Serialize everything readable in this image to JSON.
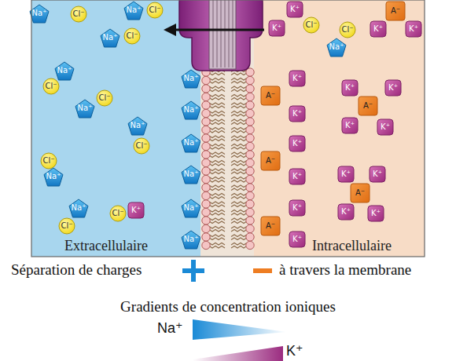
{
  "diagram": {
    "nodes": [
      {
        "text": [
          "Extracellulaire"
        ]
      },
      {
        "text": [
          "Na⁺"
        ],
        "in": 0
      },
      {
        "text": [
          "Cl⁻"
        ],
        "in": 0
      },
      {
        "text": [
          "Na⁺"
        ],
        "in": 0
      },
      {
        "text": [
          "Cl⁻"
        ],
        "in": 0
      },
      {
        "text": [
          "Na⁺"
        ],
        "in": 0
      },
      {
        "text": [
          "Cl⁻"
        ],
        "in": 0
      },
      {
        "text": [
          "Na⁺"
        ],
        "in": 0
      },
      {
        "text": [
          "Na⁺"
        ],
        "in": 0
      },
      {
        "text": [
          "Cl⁻"
        ],
        "in": 0
      },
      {
        "text": [
          "Cl⁻"
        ],
        "in": 0
      },
      {
        "text": [
          "Na⁺"
        ],
        "in": 0
      },
      {
        "text": [
          "Na⁺"
        ],
        "in": 0
      },
      {
        "text": [
          "Na⁺"
        ],
        "in": 0
      },
      {
        "text": [
          "Na⁺"
        ],
        "in": 0
      },
      {
        "text": [
          "Cl⁻"
        ],
        "in": 0
      },
      {
        "text": [
          "Cl⁻"
        ],
        "in": 0
      },
      {
        "text": [
          "Na⁺"
        ],
        "in": 0
      },
      {
        "text": [
          "Na⁺"
        ],
        "in": 0
      },
      {
        "text": [
          "Na⁺"
        ],
        "in": 0
      },
      {
        "text": [
          "Na⁺"
        ],
        "in": 0
      },
      {
        "text": [
          "K⁺"
        ],
        "in": 0
      },
      {
        "text": [
          "Cl⁻"
        ],
        "in": 0
      },
      {
        "text": [
          "Cl⁻"
        ],
        "in": 0
      },
      {
        "text": [
          "Na⁺"
        ],
        "in": 0
      },
      {
        "text": [
          "Intracellulaire"
        ]
      },
      {
        "text": [
          "K⁺"
        ],
        "in": 25
      },
      {
        "text": [
          "A⁻"
        ],
        "in": 25
      },
      {
        "text": [
          "K⁺"
        ],
        "in": 25
      },
      {
        "text": [
          "Cl⁻"
        ],
        "in": 25
      },
      {
        "text": [
          "Cl⁻"
        ],
        "in": 25
      },
      {
        "text": [
          "K⁺"
        ],
        "in": 25
      },
      {
        "text": [
          "K⁺"
        ],
        "in": 25
      },
      {
        "text": [
          "Na⁺"
        ],
        "in": 25
      },
      {
        "text": [
          "K⁺"
        ],
        "in": 25
      },
      {
        "text": [
          "A⁻"
        ],
        "in": 25
      },
      {
        "text": [
          "K⁺"
        ],
        "in": 25
      },
      {
        "text": [
          "A⁻"
        ],
        "in": 25
      },
      {
        "text": [
          "K⁺"
        ],
        "in": 25
      },
      {
        "text": [
          "K⁺"
        ],
        "in": 25
      },
      {
        "text": [
          "K⁺"
        ],
        "in": 25
      },
      {
        "text": [
          "K⁺"
        ],
        "in": 25
      },
      {
        "text": [
          "K⁺"
        ],
        "in": 25
      },
      {
        "text": [
          "A⁻"
        ],
        "in": 25
      },
      {
        "text": [
          "K⁺"
        ],
        "in": 25
      },
      {
        "text": [
          "K⁺"
        ],
        "in": 25
      },
      {
        "text": [
          "K⁺"
        ],
        "in": 25
      },
      {
        "text": [
          "A⁻"
        ],
        "in": 25
      },
      {
        "text": [
          "K⁺"
        ],
        "in": 25
      },
      {
        "text": [
          "K⁺"
        ],
        "in": 25
      },
      {
        "text": [
          "K⁺"
        ],
        "in": 25
      },
      {
        "text": [
          "A⁻"
        ],
        "in": 25
      },
      {
        "text": [
          "K⁺"
        ],
        "in": 25
      }
    ],
    "labels": [
      "Séparation de charges",
      "à travers la membrane",
      "Gradients de concentration ioniques",
      "Na⁺",
      "K⁺"
    ]
  }
}
